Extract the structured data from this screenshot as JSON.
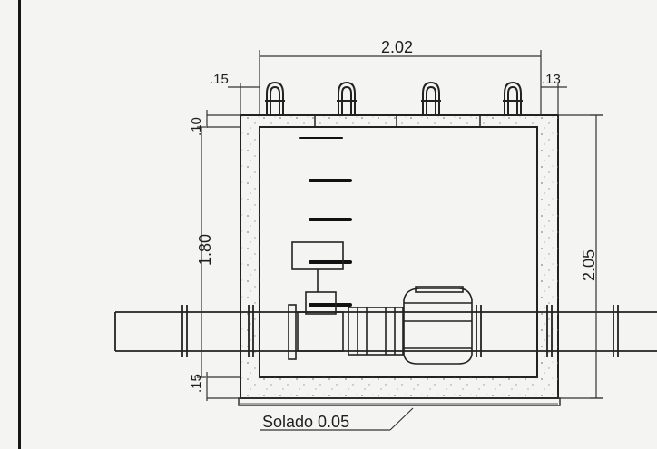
{
  "drawing": {
    "dimensions": {
      "top_width": "2.02",
      "left_offset": ".15",
      "right_offset": ".13",
      "top_slab": ".10",
      "inner_height": "1.80",
      "outer_height": "2.05",
      "bottom_slab": ".15"
    },
    "label": {
      "solado": "Solado 0.05"
    }
  }
}
